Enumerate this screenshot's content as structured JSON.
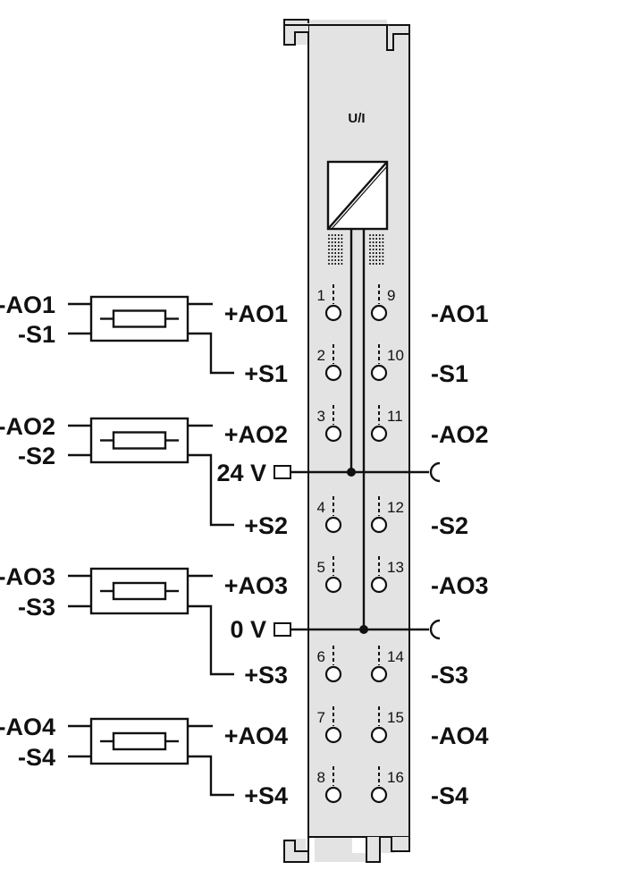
{
  "module": {
    "title": "U/I"
  },
  "colors": {
    "housing": "#e3e3e3",
    "line": "#111111"
  },
  "supply": {
    "v24": "24 V",
    "v0": "0 V"
  },
  "channels": [
    {
      "ext_a": "-AO1",
      "ext_s": "-S1",
      "left_a": "+AO1",
      "left_s": "+S1",
      "right_a": "-AO1",
      "right_s": "-S1",
      "pin_a": "1",
      "pin_s": "2",
      "pin_ra": "9",
      "pin_rs": "10"
    },
    {
      "ext_a": "-AO2",
      "ext_s": "-S2",
      "left_a": "+AO2",
      "left_s": "+S2",
      "right_a": "-AO2",
      "right_s": "-S2",
      "pin_a": "3",
      "pin_s": "4",
      "pin_ra": "11",
      "pin_rs": "12"
    },
    {
      "ext_a": "-AO3",
      "ext_s": "-S3",
      "left_a": "+AO3",
      "left_s": "+S3",
      "right_a": "-AO3",
      "right_s": "-S3",
      "pin_a": "5",
      "pin_s": "6",
      "pin_ra": "13",
      "pin_rs": "14"
    },
    {
      "ext_a": "-AO4",
      "ext_s": "-S4",
      "left_a": "+AO4",
      "left_s": "+S4",
      "right_a": "-AO4",
      "right_s": "-S4",
      "pin_a": "7",
      "pin_s": "8",
      "pin_ra": "15",
      "pin_rs": "16"
    }
  ]
}
